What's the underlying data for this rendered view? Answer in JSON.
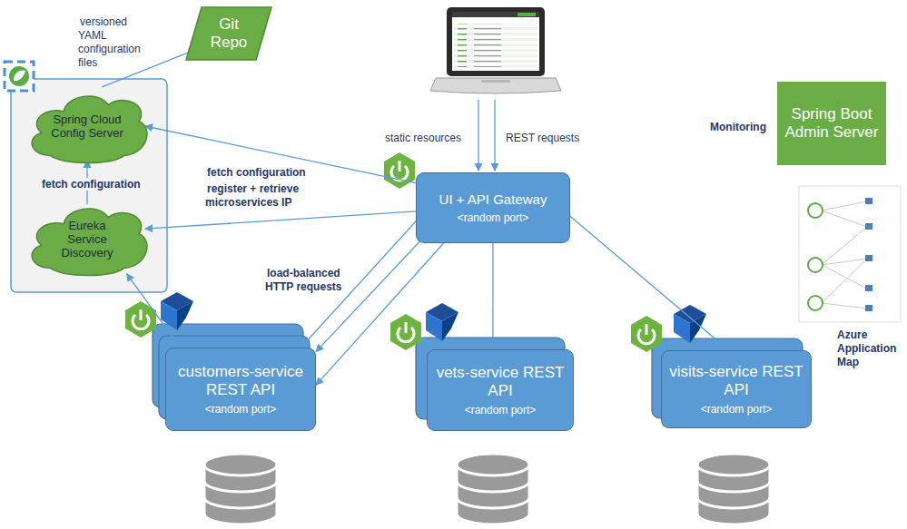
{
  "diagram": {
    "nodes": [
      {
        "text": [
          "Git Repo"
        ]
      },
      {
        "text": [
          "Spring Cloud Config Server"
        ]
      },
      {
        "text": [
          "Eureka Service Discovery"
        ]
      },
      {
        "text": [
          "UI + API Gateway",
          "<random port>"
        ]
      },
      {
        "text": [
          "Spring Boot Admin Server"
        ]
      },
      {
        "text": [
          "customers-service REST API",
          "<random port>"
        ]
      },
      {
        "text": [
          "vets-service REST API",
          "<random port>"
        ]
      },
      {
        "text": [
          "visits-service REST API",
          "<random port>"
        ]
      }
    ],
    "edges": [
      {
        "from": 1,
        "to": 0,
        "arrow": "to",
        "label": "versioned YAML configuration files"
      },
      {
        "from": 2,
        "to": 1,
        "arrow": "to",
        "label": "fetch configuration"
      },
      {
        "from": 3,
        "to": 1,
        "arrow": "to",
        "label": "fetch configuration"
      },
      {
        "from": 3,
        "to": 2,
        "arrow": "to",
        "label": "register + retrieve microservices IP"
      },
      {
        "from": 5,
        "to": 2,
        "arrow": "to"
      },
      {
        "from": 3,
        "to": 5,
        "arrow": "to",
        "label": "load-balanced HTTP requests"
      },
      {
        "from": 3,
        "to": 5,
        "arrow": "to"
      },
      {
        "from": 3,
        "to": 5,
        "arrow": "to"
      },
      {
        "from": 3,
        "to": 6,
        "arrow": "to"
      },
      {
        "from": 3,
        "to": 7,
        "arrow": "to"
      }
    ],
    "labels": [
      "static resources",
      "REST requests",
      "Monitoring",
      "Azure Application Map"
    ]
  }
}
